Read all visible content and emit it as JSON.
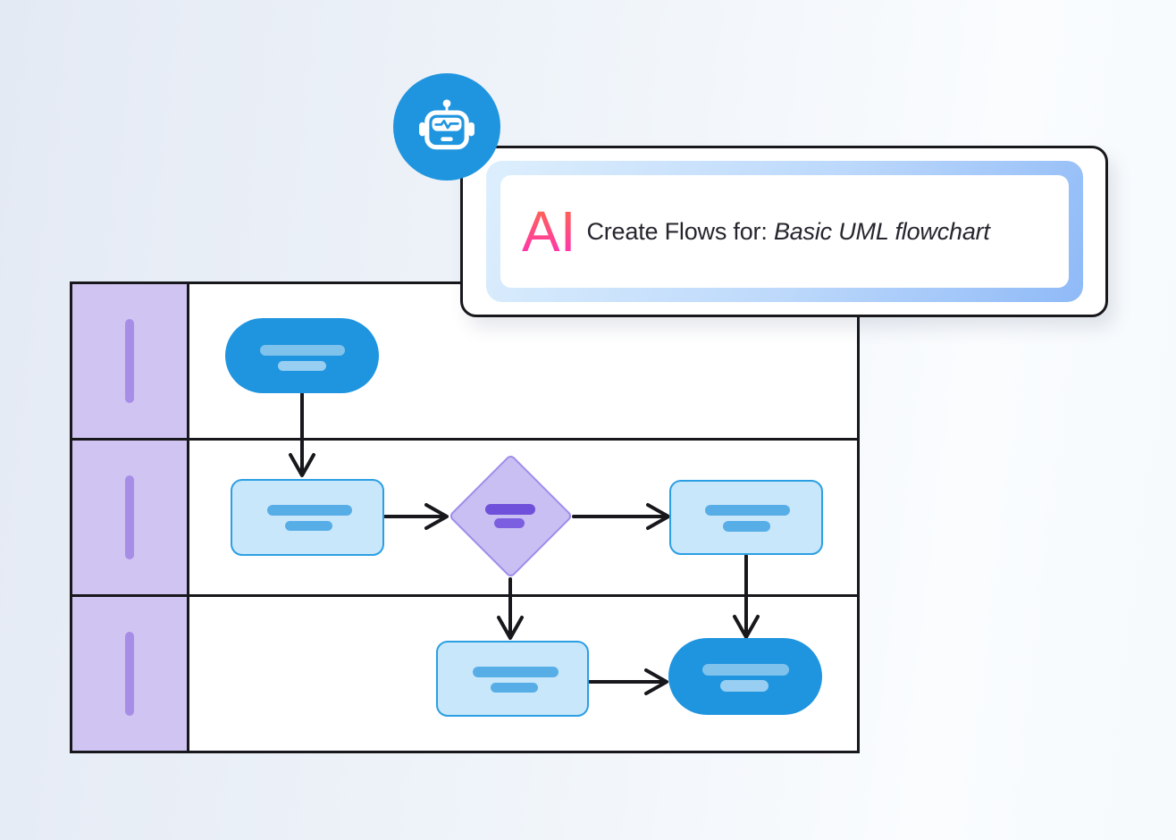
{
  "theme": {
    "outline": "#17171c",
    "accent_blue": "#2095df",
    "light_blue_fill": "#c9e7fa",
    "blue_border": "#2b9fe3",
    "bar_on_blue": "#7fc2ec",
    "bar_on_blue_2": "#97cef1",
    "bar_on_light": "#57aee7",
    "purple_fill": "#cabff2",
    "purple_border": "#9f8cea",
    "bar_on_purple": "#6e50da",
    "bar_on_purple_2": "#7b5fe0",
    "lane_header_fill": "#cfc4f2",
    "lane_header_bar": "#a68ee7",
    "bg_start": "#e4eaf4",
    "bg_end": "#fafcfe",
    "frame_start": "#ddeffd",
    "frame_end": "#8fbaf7",
    "ai_top": "#ff6a45",
    "ai_bottom": "#ff2ebe",
    "prompt_color": "#26262e"
  },
  "robot_badge": {
    "icon": "robot-icon",
    "background": "#2095df"
  },
  "ai_card": {
    "badge": "AI",
    "prompt_prefix": "Create Flows for: ",
    "prompt_emphasis": "Basic UML flowchart"
  },
  "diagram": {
    "type": "swimlane-flowchart",
    "lanes": [
      {
        "id": "lane-1",
        "label_style": "placeholder-bar",
        "nodes": [
          "start"
        ]
      },
      {
        "id": "lane-2",
        "label_style": "placeholder-bar",
        "nodes": [
          "process-1",
          "decision",
          "process-2"
        ]
      },
      {
        "id": "lane-3",
        "label_style": "placeholder-bar",
        "nodes": [
          "process-3",
          "end"
        ]
      }
    ],
    "nodes": [
      {
        "id": "start",
        "shape": "rounded-pill",
        "role": "start",
        "fill": "#2095df",
        "text_placeholder_bars": 2
      },
      {
        "id": "process-1",
        "shape": "rectangle",
        "role": "process",
        "fill": "#c9e7fa",
        "text_placeholder_bars": 2
      },
      {
        "id": "decision",
        "shape": "diamond",
        "role": "decision",
        "fill": "#cabff2",
        "text_placeholder_bars": 2
      },
      {
        "id": "process-2",
        "shape": "rectangle",
        "role": "process",
        "fill": "#c9e7fa",
        "text_placeholder_bars": 2
      },
      {
        "id": "process-3",
        "shape": "rectangle",
        "role": "process",
        "fill": "#c9e7fa",
        "text_placeholder_bars": 2
      },
      {
        "id": "end",
        "shape": "rounded-pill",
        "role": "end",
        "fill": "#2095df",
        "text_placeholder_bars": 2
      }
    ],
    "edges": [
      {
        "from": "start",
        "to": "process-1",
        "direction": "down"
      },
      {
        "from": "process-1",
        "to": "decision",
        "direction": "right"
      },
      {
        "from": "decision",
        "to": "process-2",
        "direction": "right"
      },
      {
        "from": "decision",
        "to": "process-3",
        "direction": "down"
      },
      {
        "from": "process-2",
        "to": "end",
        "direction": "down"
      },
      {
        "from": "process-3",
        "to": "end",
        "direction": "right"
      }
    ]
  }
}
